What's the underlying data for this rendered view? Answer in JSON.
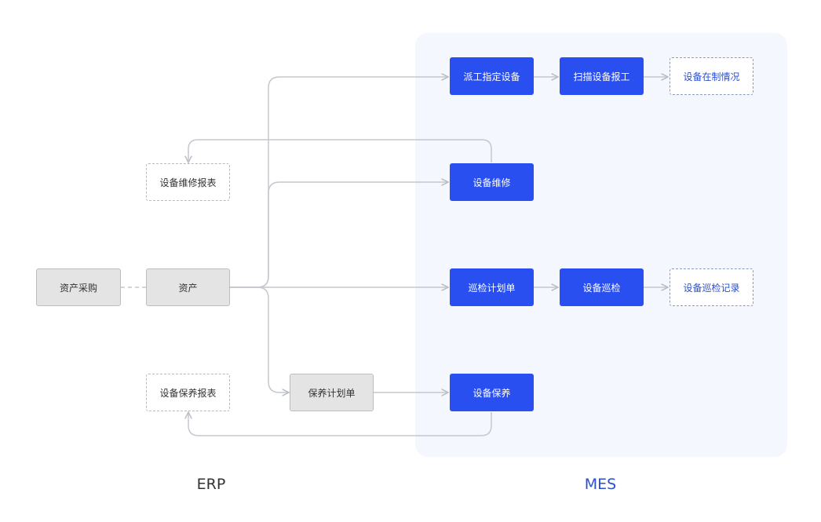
{
  "colors": {
    "mes_accent": "#2a4ff0",
    "mes_panel_bg": "#f4f7fd",
    "erp_node_bg": "#e4e4e4",
    "connector": "#c4c8cf"
  },
  "nodes": {
    "asset_purchase": "资产采购",
    "asset": "资产",
    "repair_report": "设备维修报表",
    "maintenance_report": "设备保养报表",
    "maintenance_plan": "保养计划单",
    "dispatch_equipment": "派工指定设备",
    "scan_report": "扫描设备报工",
    "equipment_wip": "设备在制情况",
    "equipment_repair": "设备维修",
    "inspection_plan": "巡检计划单",
    "equipment_inspection": "设备巡检",
    "inspection_record": "设备巡检记录",
    "equipment_maintenance": "设备保养"
  },
  "sections": {
    "erp": "ERP",
    "mes": "MES"
  }
}
